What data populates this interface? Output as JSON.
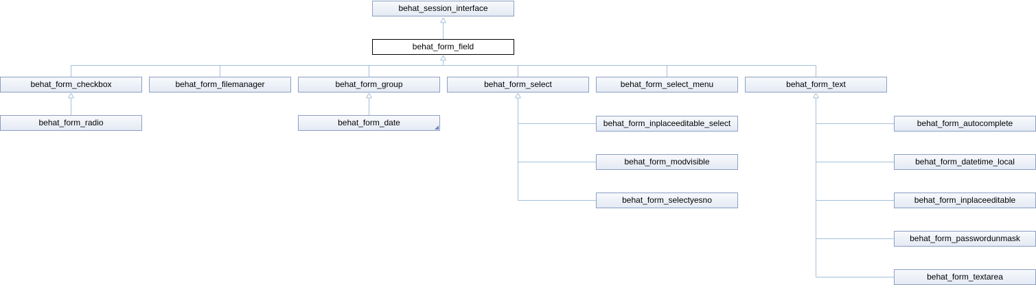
{
  "diagram": {
    "edge_color": "#a3bfd9",
    "nodes": {
      "session_interface": "behat_session_interface",
      "field": "behat_form_field",
      "checkbox": "behat_form_checkbox",
      "filemanager": "behat_form_filemanager",
      "group": "behat_form_group",
      "select": "behat_form_select",
      "select_menu": "behat_form_select_menu",
      "text": "behat_form_text",
      "radio": "behat_form_radio",
      "date": "behat_form_date",
      "inplaceeditable_select": "behat_form_inplaceeditable_select",
      "modvisible": "behat_form_modvisible",
      "selectyesno": "behat_form_selectyesno",
      "autocomplete": "behat_form_autocomplete",
      "datetime_local": "behat_form_datetime_local",
      "inplaceeditable": "behat_form_inplaceeditable",
      "passwordunmask": "behat_form_passwordunmask",
      "textarea": "behat_form_textarea"
    }
  }
}
